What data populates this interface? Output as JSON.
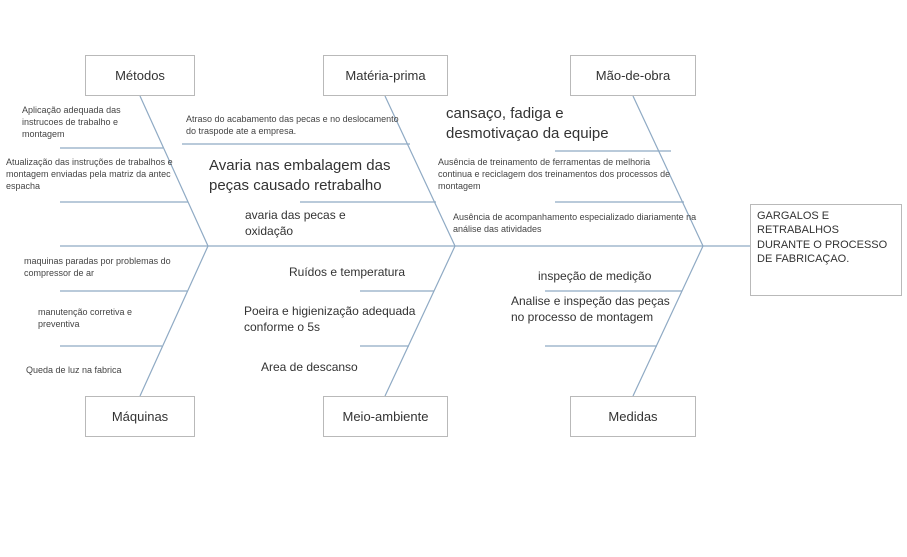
{
  "categories": {
    "metodos": "Métodos",
    "materia_prima": "Matéria-prima",
    "mao_de_obra": "Mão-de-obra",
    "maquinas": "Máquinas",
    "meio_ambiente": "Meio-ambiente",
    "medidas": "Medidas"
  },
  "effect": "GARGALOS E RETRABALHOS DURANTE O PROCESSO DE FABRICAÇAO.",
  "causes": {
    "metodos": [
      "Aplicação adequada das instrucoes de trabalho e montagem",
      "Atualização das instruções de trabalhos e montagem enviadas pela matriz da antec espacha"
    ],
    "materia_prima": [
      "Atraso do acabamento das pecas e no deslocamento do traspode ate a empresa.",
      "Avaria nas embalagem das peças causado retrabalho",
      "avaria das pecas e oxidação"
    ],
    "mao_de_obra": [
      "cansaço, fadiga e desmotivaçao da equipe",
      "Ausência de treinamento de ferramentas de melhoria continua e reciclagem dos treinamentos dos processos de montagem",
      "Ausência de acompanhamento especializado diariamente na análise das atividades"
    ],
    "maquinas": [
      "maquinas paradas por problemas do compressor de ar",
      "manutenção corretiva e preventiva",
      "Queda de luz na fabrica"
    ],
    "meio_ambiente": [
      "Ruídos e temperatura",
      "Poeira e higienização adequada conforme o 5s",
      "Area de descanso"
    ],
    "medidas": [
      "inspeção de medição",
      "Analise e inspeção das peças no processo de montagem"
    ]
  }
}
